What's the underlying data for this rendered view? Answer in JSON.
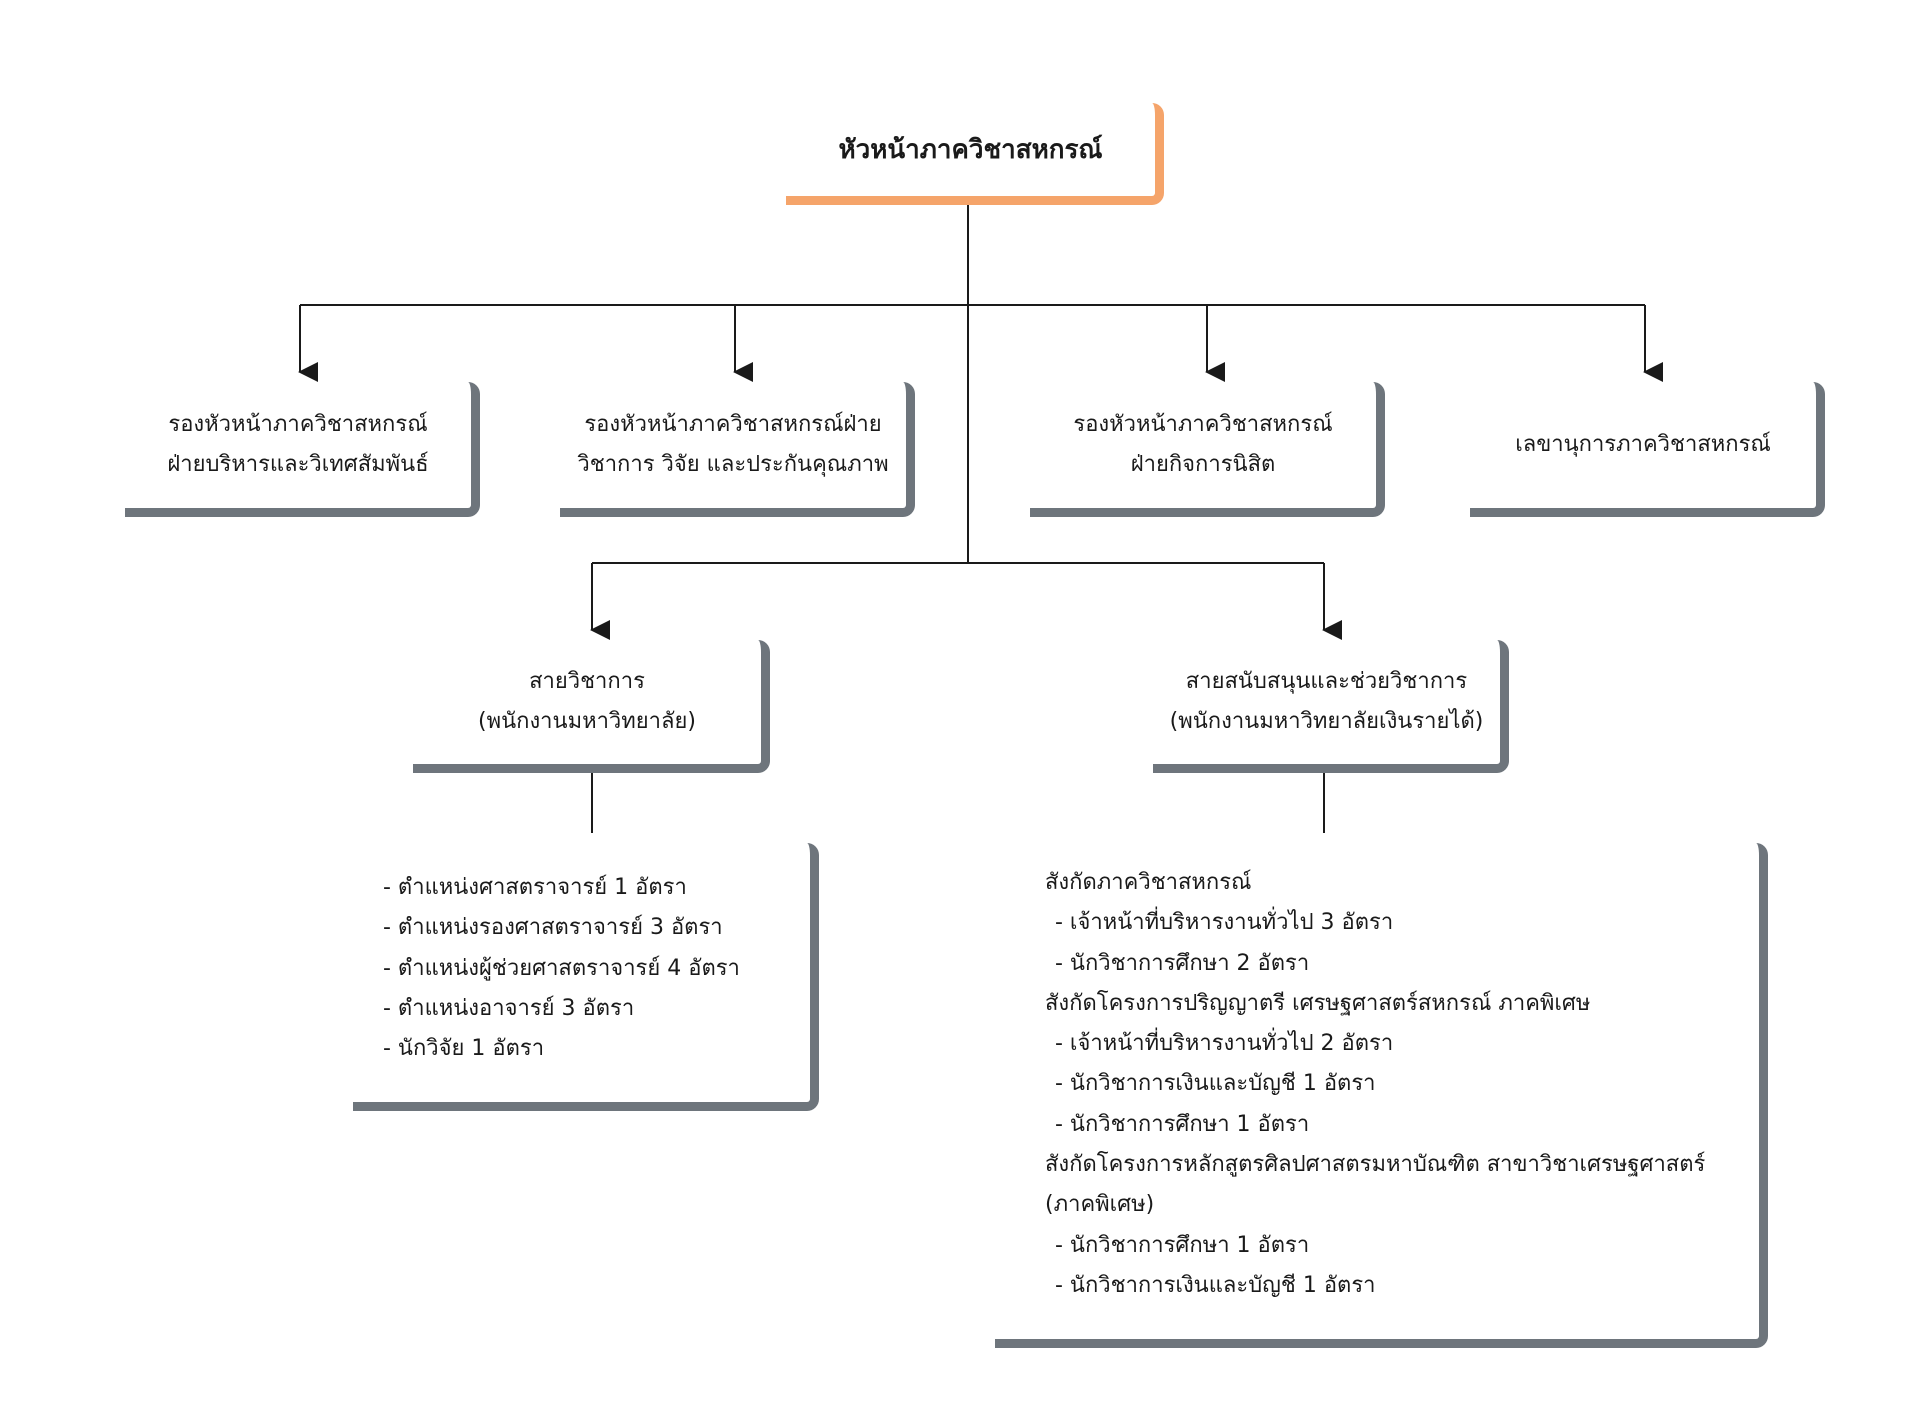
{
  "head": {
    "title": "หัวหน้าภาควิชาสหกรณ์"
  },
  "deputies": [
    {
      "lines": [
        "รองหัวหน้าภาควิชาสหกรณ์",
        "ฝ่ายบริหารและวิเทศสัมพันธ์"
      ]
    },
    {
      "lines": [
        "รองหัวหน้าภาควิชาสหกรณ์ฝ่าย",
        "วิชาการ วิจัย และประกันคุณภาพ"
      ]
    },
    {
      "lines": [
        "รองหัวหน้าภาควิชาสหกรณ์",
        "ฝ่ายกิจการนิสิต"
      ]
    },
    {
      "lines": [
        "เลขานุการภาควิชาสหกรณ์"
      ]
    }
  ],
  "tracks": [
    {
      "lines": [
        "สายวิชาการ",
        "(พนักงานมหาวิทยาลัย)"
      ]
    },
    {
      "lines": [
        "สายสนับสนุนและช่วยวิชาการ",
        "(พนักงานมหาวิทยาลัยเงินรายได้)"
      ]
    }
  ],
  "academic_positions": [
    "- ตำแหน่งศาสตราจารย์ 1 อัตรา",
    "- ตำแหน่งรองศาสตราจารย์ 3 อัตรา",
    "- ตำแหน่งผู้ช่วยศาสตราจารย์ 4 อัตรา",
    "- ตำแหน่งอาจารย์ 3 อัตรา",
    "- นักวิจัย 1 อัตรา"
  ],
  "support_positions": [
    {
      "text": "สังกัดภาควิชาสหกรณ์",
      "sub": false
    },
    {
      "text": "- เจ้าหน้าที่บริหารงานทั่วไป 3 อัตรา",
      "sub": true
    },
    {
      "text": "- นักวิชาการศึกษา 2 อัตรา",
      "sub": true
    },
    {
      "text": "สังกัดโครงการปริญญาตรี เศรษฐศาสตร์สหกรณ์ ภาคพิเศษ",
      "sub": false
    },
    {
      "text": "- เจ้าหน้าที่บริหารงานทั่วไป 2 อัตรา",
      "sub": true
    },
    {
      "text": "- นักวิชาการเงินและบัญชี 1 อัตรา",
      "sub": true
    },
    {
      "text": "- นักวิชาการศึกษา 1 อัตรา",
      "sub": true
    },
    {
      "text": "สังกัดโครงการหลักสูตรศิลปศาสตรมหาบัณฑิต สาขาวิชาเศรษฐศาสตร์",
      "sub": false
    },
    {
      "text": "(ภาคพิเศษ)",
      "sub": false
    },
    {
      "text": "- นักวิชาการศึกษา 1 อัตรา",
      "sub": true
    },
    {
      "text": "- นักวิชาการเงินและบัญชี 1 อัตรา",
      "sub": true
    }
  ],
  "colors": {
    "head_accent": "#f5a46a",
    "box_shadow": "#6e757c",
    "line": "#1a1a1a"
  }
}
